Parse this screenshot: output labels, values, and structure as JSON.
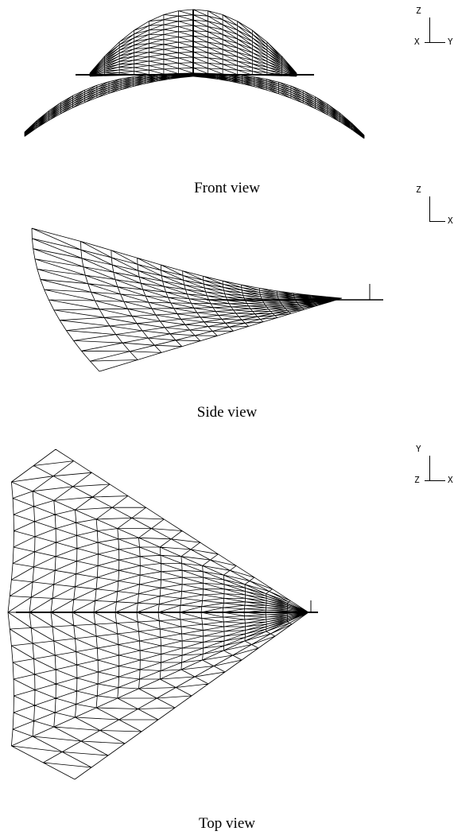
{
  "views": [
    {
      "id": "front",
      "caption": "Front view",
      "axes": {
        "up": "Z",
        "right": "Y",
        "origin": "X"
      }
    },
    {
      "id": "side",
      "caption": "Side view",
      "axes": {
        "up": "Z",
        "right": "X",
        "origin": ""
      }
    },
    {
      "id": "top",
      "caption": "Top view",
      "axes": {
        "up": "Y",
        "right": "X",
        "origin": "Z"
      }
    }
  ],
  "colors": {
    "mesh": "#000000",
    "background": "#ffffff"
  }
}
